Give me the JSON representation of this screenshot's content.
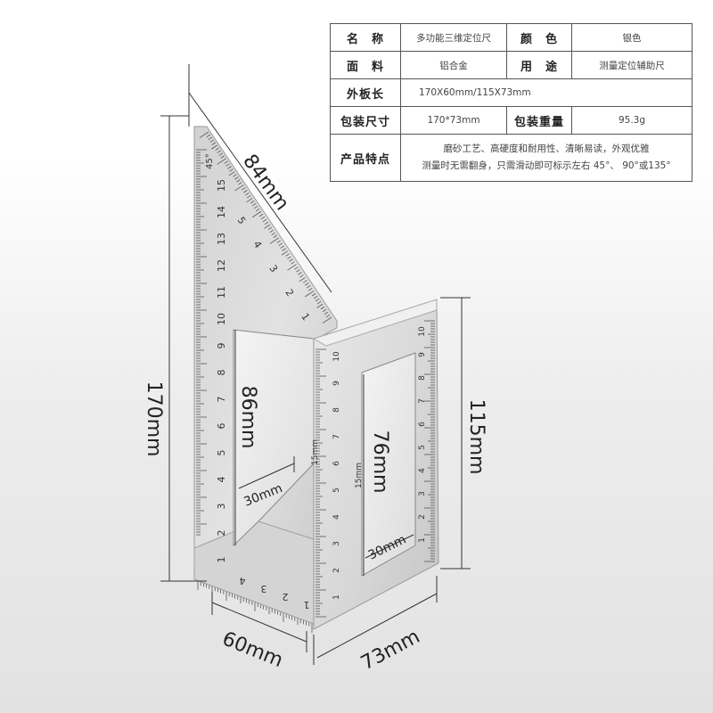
{
  "spec_table": {
    "name_label": "名　称",
    "name_value": "多功能三维定位尺",
    "color_label": "颜　色",
    "color_value": "银色",
    "material_label": "面　料",
    "material_value": "铝合金",
    "usage_label": "用　途",
    "usage_value": "测量定位辅助尺",
    "outer_label": "外板长",
    "outer_value": "170X60mm/115X73mm",
    "package_size_label": "包装尺寸",
    "package_size_value": "170*73mm",
    "package_weight_label": "包装重量",
    "package_weight_value": "95.3g",
    "features_label": "产品特点",
    "features_line1": "磨砂工艺、高硬度和耐用性、清晰易读，外观优雅",
    "features_line2": "测量时无需翻身，只需滑动即可标示左右 45°、 90°或135°"
  },
  "dimensions": {
    "d84": "84mm",
    "d170": "170mm",
    "d115": "115mm",
    "d86": "86mm",
    "d76": "76mm",
    "d30a": "30mm",
    "d30b": "30mm",
    "d60": "60mm",
    "d73": "73mm"
  },
  "ruler_marks": {
    "left_scale": [
      "15",
      "14",
      "13",
      "12",
      "11",
      "10",
      "9",
      "8",
      "7",
      "6",
      "5",
      "4",
      "3",
      "2",
      "1"
    ],
    "left_top": "45°",
    "hyp_scale": [
      "5",
      "4",
      "3",
      "2",
      "1"
    ],
    "bottom_scale": [
      "4",
      "3",
      "2",
      "1"
    ],
    "small_label": "15mm",
    "right_scale": [
      "10",
      "9",
      "8",
      "7",
      "6",
      "5",
      "4",
      "3",
      "2",
      "1"
    ],
    "right_inner_label": "15mm"
  },
  "colors": {
    "metal_light": "#e4e4e4",
    "metal_dark": "#b9b9b9",
    "line": "#333333",
    "text": "#333333"
  }
}
